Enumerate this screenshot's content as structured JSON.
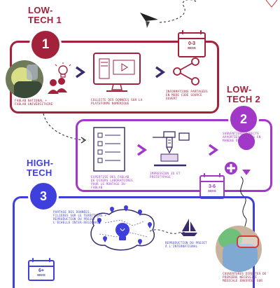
{
  "colors": {
    "low_tech_1": "#a4213c",
    "low_tech_2": "#a238c8",
    "high_tech": "#3f3fdc",
    "ink": "#3b2d6b",
    "background": "#ffffff"
  },
  "step1": {
    "title_line1": "LOW-",
    "title_line2": "TECH 1",
    "number": "1",
    "calendar_value": "0-3",
    "calendar_unit": "MOIS",
    "caption_people": "FABLAB NATIONAL + FABLAB UNIVERSITAIRE",
    "caption_platform": "COLLECTE DES DONNÉES SUR LA PLATEFORME NUMÉRIQUE",
    "caption_share": "INFORMATIONS PARTAGÉES EN MODE CODE SOURCE OUVERT",
    "icons": [
      "people-icon",
      "lightbulb-icon",
      "computer-monitor-icon",
      "share-icon"
    ]
  },
  "step2": {
    "title_line1": "LOW-",
    "title_line2": "TECH 2",
    "number": "2",
    "calendar_value": "3-6",
    "calendar_unit": "MOIS",
    "caption_checklist": "EXPERTISE DES FABLAB DE DIVERS LABORATOIRES POUR LE MONTAGE DU FABLAB",
    "caption_printer": "IMPRESSION 3D ET PROTOTYPAGE",
    "caption_health": "SUBVENTIONS DIRECTS APPORTÉES PAR LES EN MANQUE DE MATOS",
    "icons": [
      "checklist-icon",
      "3d-printer-icon",
      "health-cross-icon"
    ]
  },
  "step3": {
    "title_line1": "HIGH-",
    "title_line2": "TECH",
    "number": "3",
    "calendar_value": "6+",
    "calendar_unit": "MOIS",
    "caption_map": "PARTAGE DES DONNÉES, FILIÈRES SUR LE TERRITOIRE + REPRODUCTION DU PROJET À L'ÉCHELLE INTER-RÉGIONALE",
    "caption_boat": "REPRODUCTION DU PROJET À L'INTERNATIONAL",
    "caption_photo": "COUVERTURES DIRECTES DE PREMIÈRE NÉCESSITÉ MÉDICALE ENVOYÉES SUR",
    "icons": [
      "map-icon",
      "lightbulb-icon",
      "sailboat-icon"
    ]
  }
}
